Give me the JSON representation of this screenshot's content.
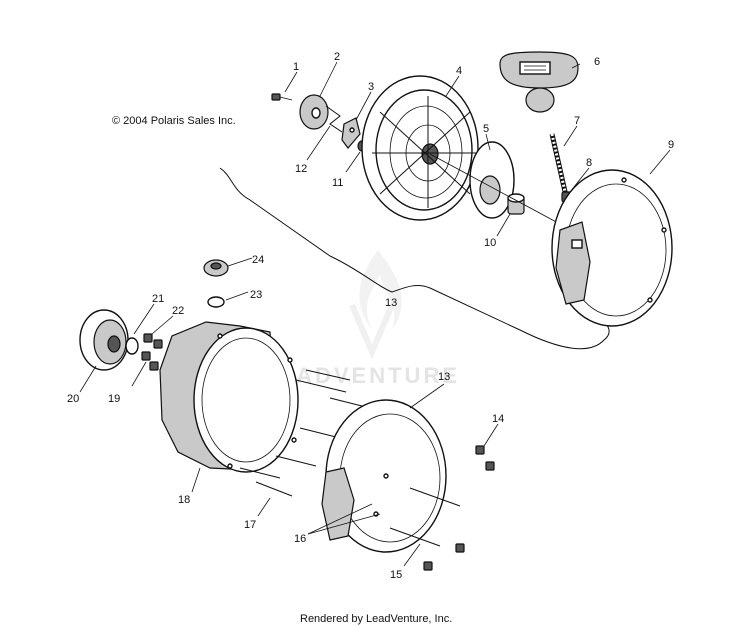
{
  "copyright": "© 2004 Polaris Sales Inc.",
  "footer": "Rendered by LeadVenture, Inc.",
  "watermark": "LEADVENTURE",
  "callouts": [
    {
      "id": "c1",
      "text": "1"
    },
    {
      "id": "c2",
      "text": "2"
    },
    {
      "id": "c3",
      "text": "3"
    },
    {
      "id": "c4",
      "text": "4"
    },
    {
      "id": "c5",
      "text": "5"
    },
    {
      "id": "c6",
      "text": "6"
    },
    {
      "id": "c7",
      "text": "7"
    },
    {
      "id": "c8",
      "text": "8"
    },
    {
      "id": "c9",
      "text": "9"
    },
    {
      "id": "c10",
      "text": "10"
    },
    {
      "id": "c11",
      "text": "11"
    },
    {
      "id": "c12",
      "text": "12"
    },
    {
      "id": "c13a",
      "text": "13"
    },
    {
      "id": "c13b",
      "text": "13"
    },
    {
      "id": "c14",
      "text": "14"
    },
    {
      "id": "c15",
      "text": "15"
    },
    {
      "id": "c16",
      "text": "16"
    },
    {
      "id": "c17",
      "text": "17"
    },
    {
      "id": "c18",
      "text": "18"
    },
    {
      "id": "c19",
      "text": "19"
    },
    {
      "id": "c20",
      "text": "20"
    },
    {
      "id": "c21",
      "text": "21"
    },
    {
      "id": "c22",
      "text": "22"
    },
    {
      "id": "c23",
      "text": "23"
    },
    {
      "id": "c24",
      "text": "24"
    }
  ]
}
